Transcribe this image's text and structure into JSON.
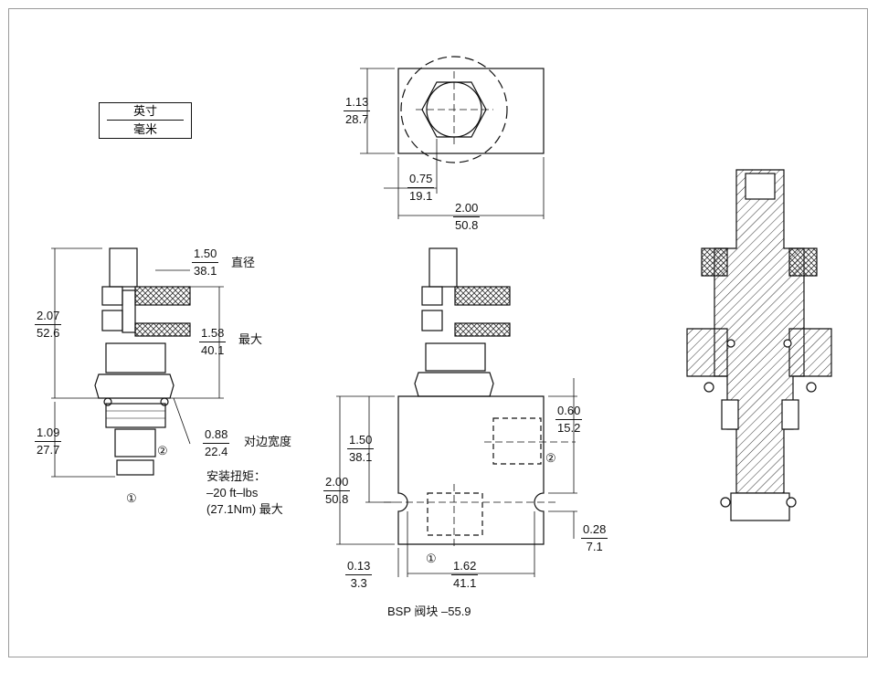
{
  "legend_box": {
    "top": "英寸",
    "bottom": "毫米"
  },
  "dimensions": {
    "top_height": {
      "in": "1.13",
      "mm": "28.7"
    },
    "top_hex": {
      "in": "0.75",
      "mm": "19.1"
    },
    "top_width": {
      "in": "2.00",
      "mm": "50.8"
    },
    "nut_dia": {
      "in": "1.50",
      "mm": "38.1",
      "note": "直径"
    },
    "nut_max": {
      "in": "1.58",
      "mm": "40.1",
      "note": "最大"
    },
    "overall_len": {
      "in": "2.07",
      "mm": "52.6"
    },
    "body_len": {
      "in": "1.09",
      "mm": "27.7"
    },
    "hex_flat": {
      "in": "0.88",
      "mm": "22.4",
      "note": "对边宽度"
    },
    "port_spacing": {
      "in": "0.60",
      "mm": "15.2"
    },
    "block_upper": {
      "in": "1.50",
      "mm": "38.1"
    },
    "block_height": {
      "in": "2.00",
      "mm": "50.8"
    },
    "hole_offset": {
      "in": "0.28",
      "mm": "7.1"
    },
    "left_margin": {
      "in": "0.13",
      "mm": "3.3"
    },
    "hole_spacing": {
      "in": "1.62",
      "mm": "41.1"
    }
  },
  "torque": {
    "title": "安装扭矩：",
    "line1": "–20 ft–lbs",
    "line2": "(27.1Nm) 最大"
  },
  "ports": {
    "one": "①",
    "two": "②"
  },
  "caption": "BSP 阀块 –55.9"
}
